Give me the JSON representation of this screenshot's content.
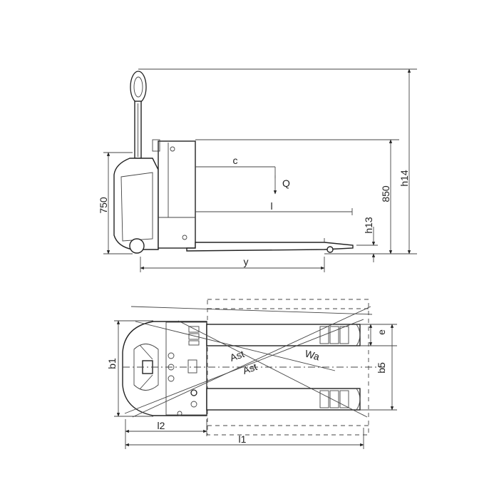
{
  "side_view": {
    "dimensions": {
      "h14": "h14",
      "h850": "850",
      "h750": "750",
      "h13": "h13",
      "c": "c",
      "q": "Q",
      "l": "l",
      "y": "y"
    }
  },
  "top_view": {
    "dimensions": {
      "b1": "b1",
      "b5": "b5",
      "e": "e",
      "l1": "l1",
      "l2": "l2",
      "ast_1": "Ast",
      "ast_2": "Ast",
      "wa": "Wa"
    }
  }
}
